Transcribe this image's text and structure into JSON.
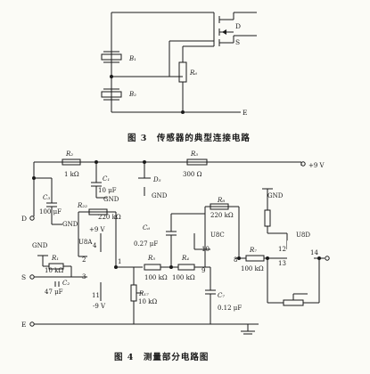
{
  "figure3": {
    "caption": "图 3　传感器的典型连接电路",
    "crystal1": "B₁",
    "crystal2": "B₂",
    "resistor": "R₆",
    "terminal_d": "D",
    "terminal_s": "S",
    "terminal_e": "E"
  },
  "figure4": {
    "caption": "图 4　测量部分电路图",
    "supply": "+9 V",
    "terminal_d": "D",
    "terminal_s": "S",
    "terminal_e": "E",
    "R2": "R₂",
    "R2_val": "1 kΩ",
    "C1": "C₁",
    "C1_val": "10 μF",
    "C3": "C₃",
    "C3_val": "100 μF",
    "gnd": "GND",
    "R22": "R₂₂",
    "R22_val": "220 kΩ",
    "u8a": "U8A",
    "vplus": "+9 V",
    "vminus": "-9 V",
    "pin4": "4",
    "pin11": "11",
    "pin2": "2",
    "pin3": "3",
    "pin1": "1",
    "R1": "R₁",
    "R1_val": "10 kΩ",
    "C2": "C₂",
    "C2_val": "47 μF",
    "dz": "D₅",
    "C6": "C₆",
    "C6_val": "0.27 μF",
    "R5": "R₅",
    "R5_val": "100 kΩ",
    "R4": "R₄",
    "R4_val": "100 kΩ",
    "R17": "R₁₇",
    "R17_val": "10 kΩ",
    "R3": "R₃",
    "R3_val": "300 Ω",
    "R8": "R₈",
    "R8_val": "220 kΩ",
    "u8c": "U8C",
    "pin10": "10",
    "pin9": "9",
    "pin8": "8",
    "C7": "C₇",
    "C7_val": "0.12 μF",
    "R7": "R₇",
    "R7_val": "100 kΩ",
    "u8d": "U8D",
    "pin12": "12",
    "pin13": "13",
    "pin14": "14",
    "gnd_r": "GND"
  }
}
